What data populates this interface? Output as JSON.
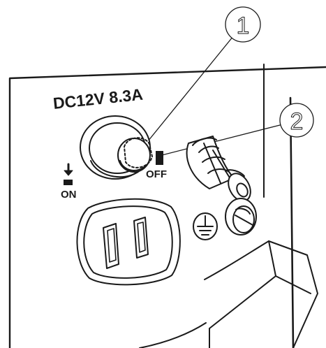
{
  "panel": {
    "rating_label": "DC12V 8.3A",
    "switch_on_label": "ON",
    "switch_off_label": "OFF"
  },
  "callouts": [
    {
      "number": "1"
    },
    {
      "number": "2"
    }
  ],
  "colors": {
    "line": "#1a1a1a",
    "paper": "#ffffff"
  },
  "icons": {
    "ground_symbol": "ground-icon",
    "on_arrow": "arrow-down-icon"
  }
}
